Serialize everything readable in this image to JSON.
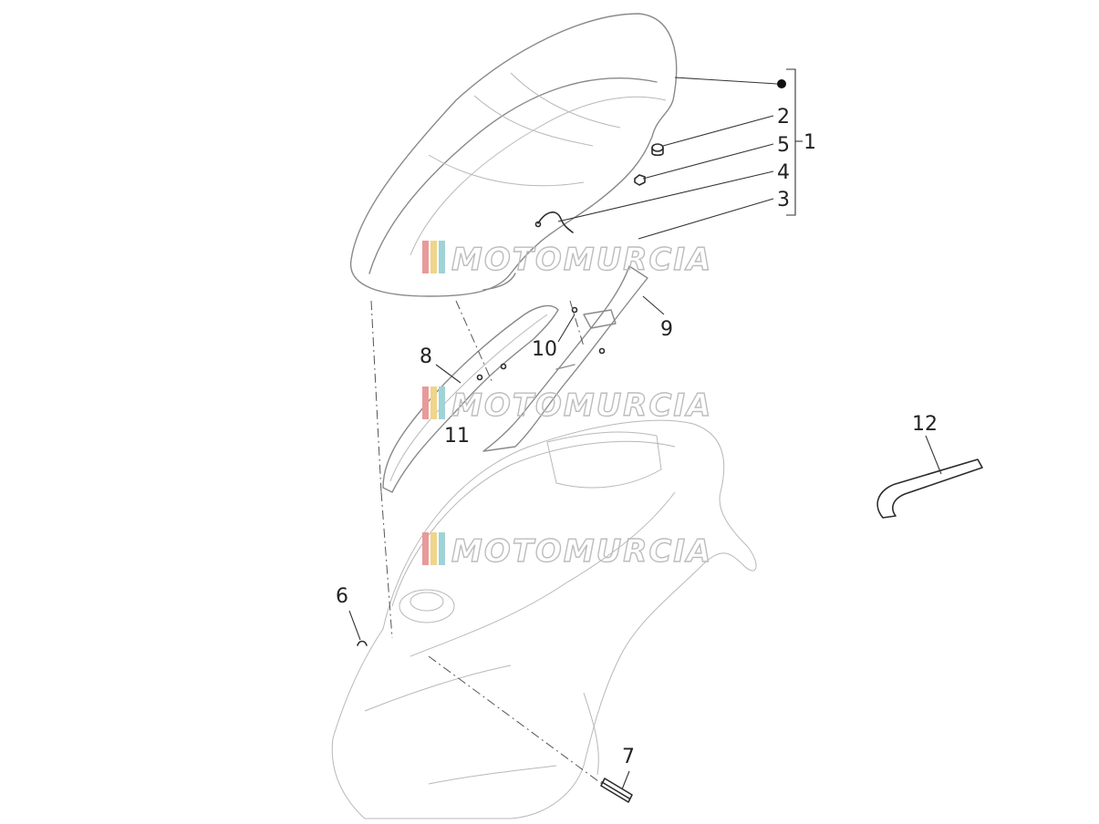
{
  "callouts": [
    {
      "id": "c1",
      "label": "1"
    },
    {
      "id": "c2",
      "label": "2"
    },
    {
      "id": "c3",
      "label": "3"
    },
    {
      "id": "c4",
      "label": "4"
    },
    {
      "id": "c5",
      "label": "5"
    },
    {
      "id": "c6",
      "label": "6"
    },
    {
      "id": "c7",
      "label": "7"
    },
    {
      "id": "c8",
      "label": "8"
    },
    {
      "id": "c9",
      "label": "9"
    },
    {
      "id": "c10",
      "label": "10"
    },
    {
      "id": "c11",
      "label": "11"
    },
    {
      "id": "c12",
      "label": "12"
    }
  ],
  "watermark": {
    "text": "MOTOMURCIA",
    "stripe_colors": [
      "#e89a9a",
      "#f0d58a",
      "#9fd3d6"
    ]
  },
  "colors": {
    "part_line": "#8a8a8a",
    "dark_line": "#2b2b2b",
    "text": "#222222"
  }
}
